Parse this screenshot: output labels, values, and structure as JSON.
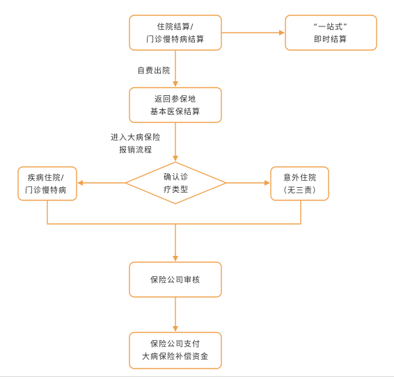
{
  "nodes": {
    "settlement": {
      "line1": "住院结算/",
      "line2": "门诊慢特病结算"
    },
    "one_stop": {
      "line1": "“一站式”",
      "line2": "即时结算"
    },
    "return_insured": {
      "line1": "返回参保地",
      "line2": "基本医保结算"
    },
    "confirm_type": {
      "line1": "确认诊",
      "line2": "疗类型"
    },
    "disease": {
      "line1": "疾病住院/",
      "line2": "门诊慢特病"
    },
    "accident": {
      "line1": "意外住院",
      "line2": "（无三责）"
    },
    "audit": {
      "label": "保险公司审核"
    },
    "payment": {
      "line1": "保险公司支付",
      "line2": "大病保险补偿资金"
    }
  },
  "edge_labels": {
    "self_pay": "自费出院",
    "enter_process": {
      "line1": "进入大病保险",
      "line2": "报销流程"
    }
  },
  "colors": {
    "stroke": "#F0A04B",
    "text": "#333333"
  }
}
